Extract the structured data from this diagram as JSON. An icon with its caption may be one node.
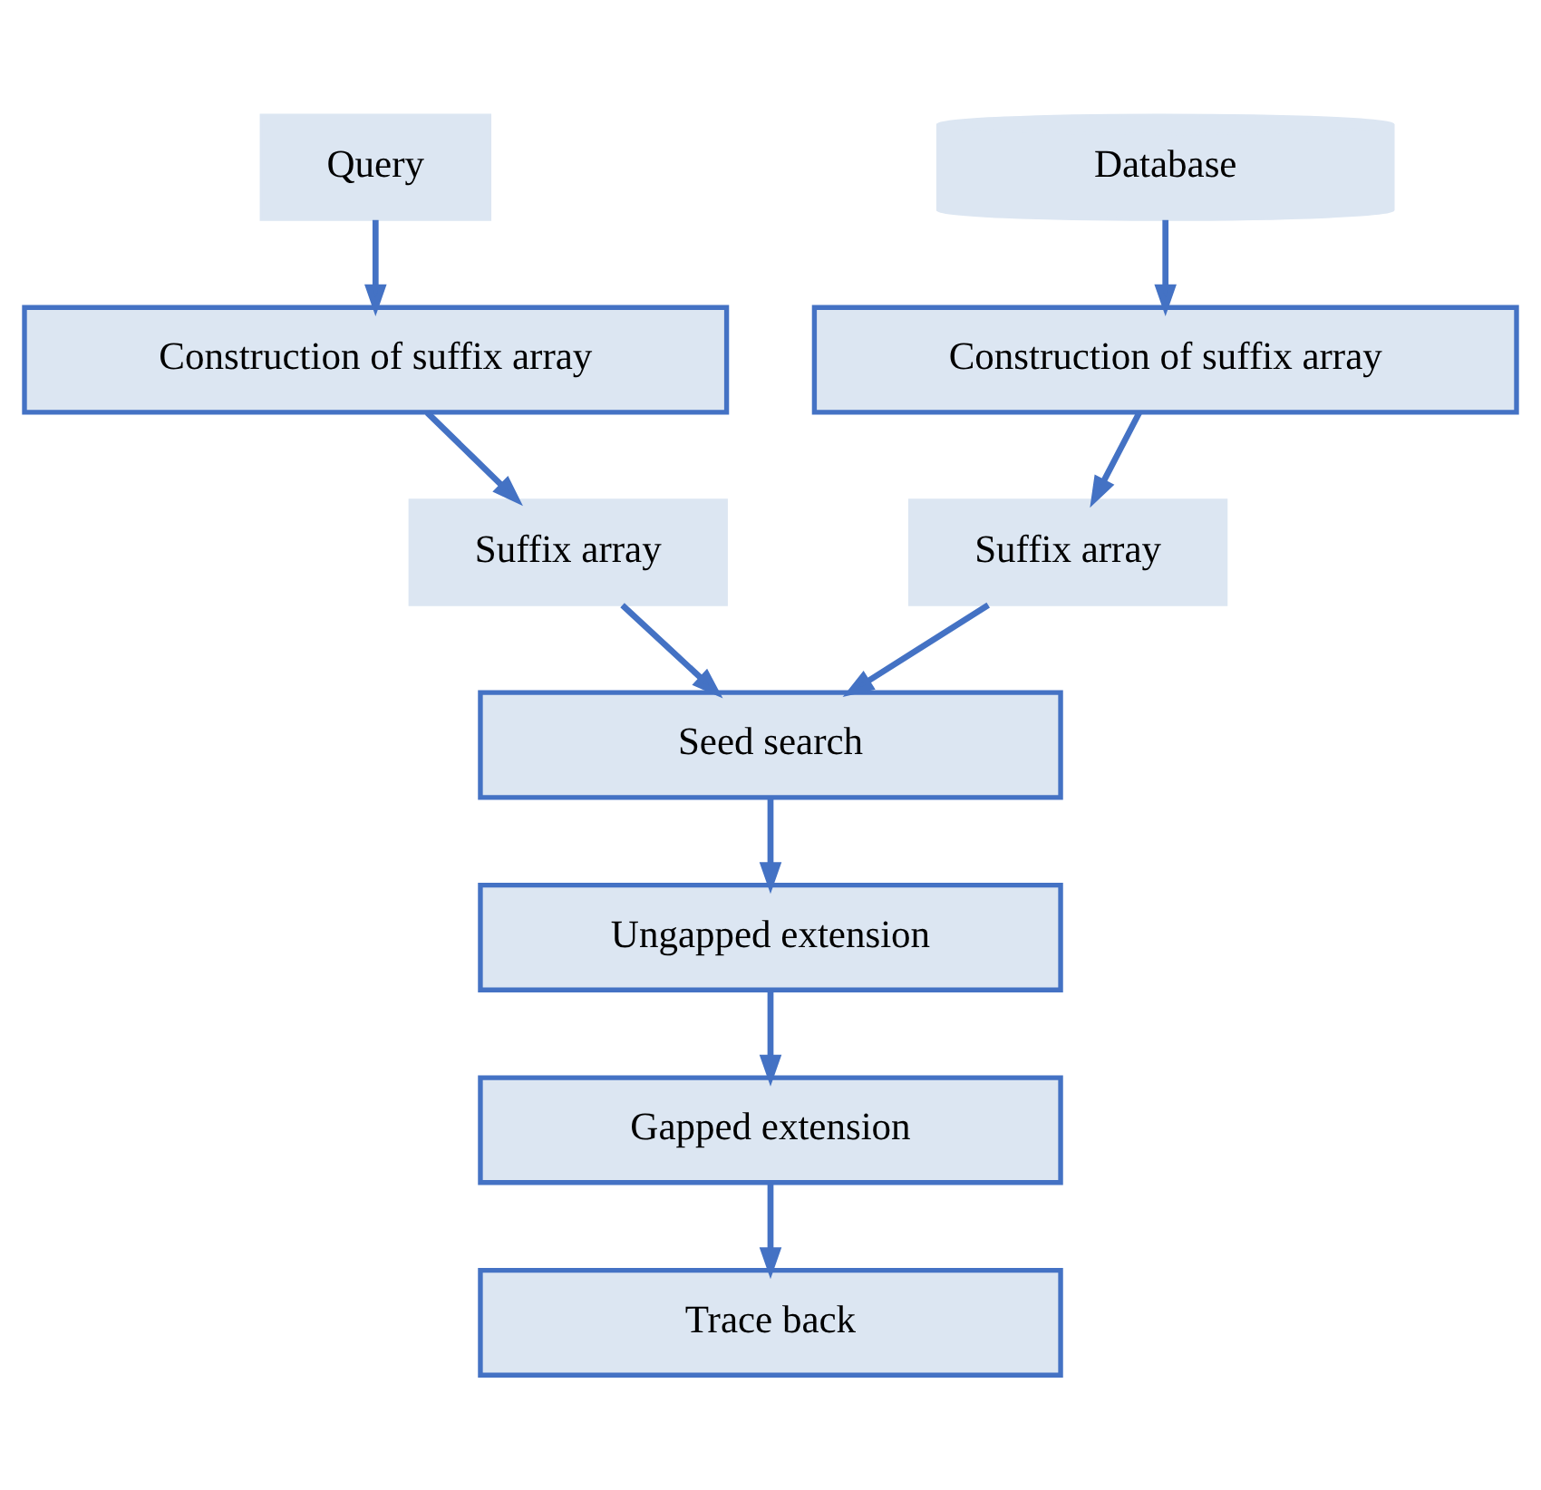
{
  "diagram": {
    "nodes": [
      {
        "text": [
          "Query"
        ]
      },
      {
        "text": [
          "Database"
        ]
      },
      {
        "text": [
          "Construction of suffix array"
        ]
      },
      {
        "text": [
          "Construction of suffix array"
        ]
      },
      {
        "text": [
          "Suffix array"
        ]
      },
      {
        "text": [
          "Suffix array"
        ]
      },
      {
        "text": [
          "Seed search"
        ]
      },
      {
        "text": [
          "Ungapped extension"
        ]
      },
      {
        "text": [
          "Gapped extension"
        ]
      },
      {
        "text": [
          "Trace back"
        ]
      }
    ],
    "edges": [
      {
        "from": 0,
        "to": 2,
        "arrow": "to"
      },
      {
        "from": 1,
        "to": 3,
        "arrow": "to"
      },
      {
        "from": 2,
        "to": 4,
        "arrow": "to"
      },
      {
        "from": 3,
        "to": 5,
        "arrow": "to"
      },
      {
        "from": 4,
        "to": 6,
        "arrow": "to"
      },
      {
        "from": 5,
        "to": 6,
        "arrow": "to"
      },
      {
        "from": 6,
        "to": 7,
        "arrow": "to"
      },
      {
        "from": 7,
        "to": 8,
        "arrow": "to"
      },
      {
        "from": 8,
        "to": 9,
        "arrow": "to"
      }
    ]
  }
}
